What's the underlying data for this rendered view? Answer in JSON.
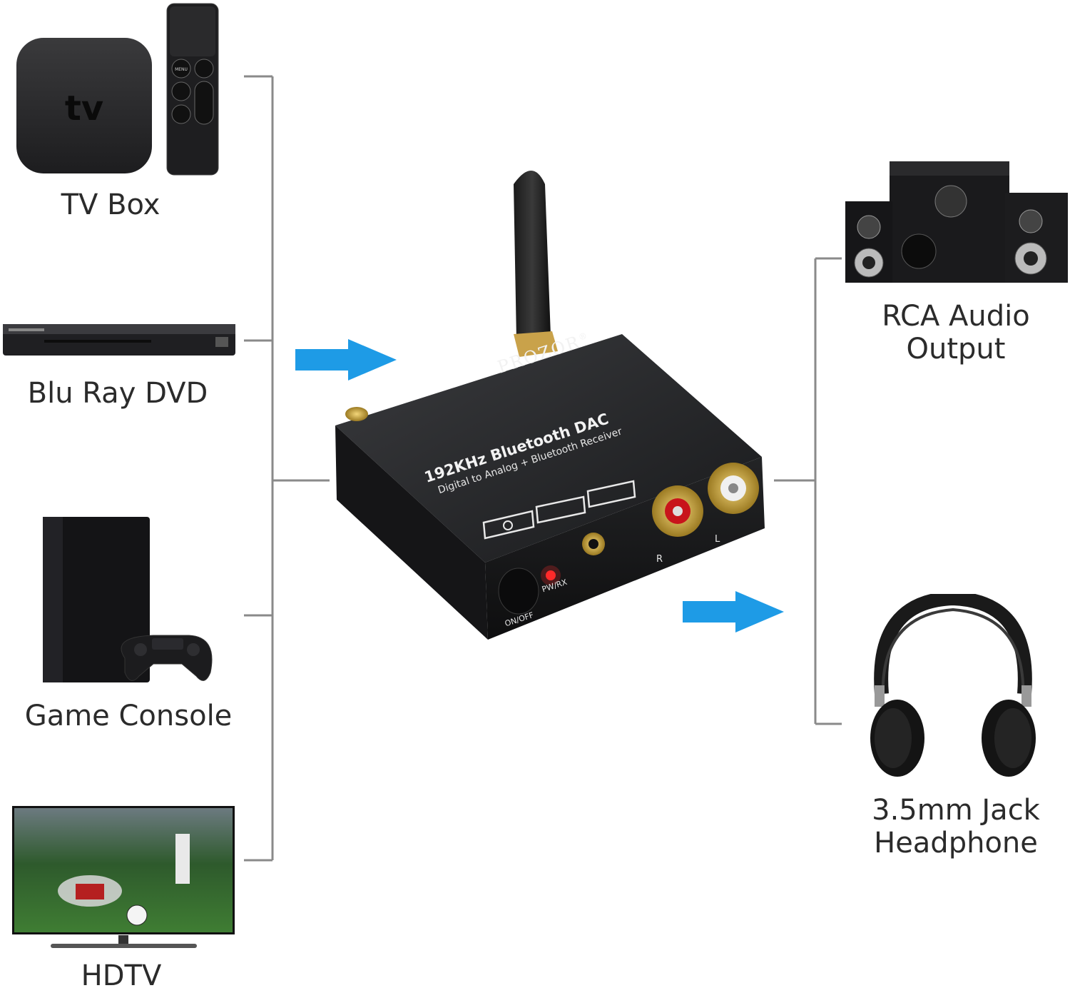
{
  "inputs": {
    "tv_box": "TV Box",
    "blu_ray": "Blu Ray DVD",
    "game_console": "Game Console",
    "hdtv": "HDTV"
  },
  "outputs": {
    "rca_line1": "RCA Audio",
    "rca_line2": "Output",
    "headphone_line1": "3.5mm Jack",
    "headphone_line2": "Headphone"
  },
  "device": {
    "brand": "PROZOR",
    "registered": "®",
    "model": "192KHz Bluetooth DAC",
    "subtitle": "Digital to Analog + Bluetooth Receiver",
    "led_label": "PW/RX",
    "switch_label": "ON/OFF",
    "rca_left": "L",
    "rca_right": "R"
  },
  "tv_box_logo": "tv",
  "remote": {
    "menu": "MENU"
  },
  "colors": {
    "arrow": "#1e9be6",
    "connector_line": "#8a8a8a",
    "device_body": "#1c1d1f"
  }
}
